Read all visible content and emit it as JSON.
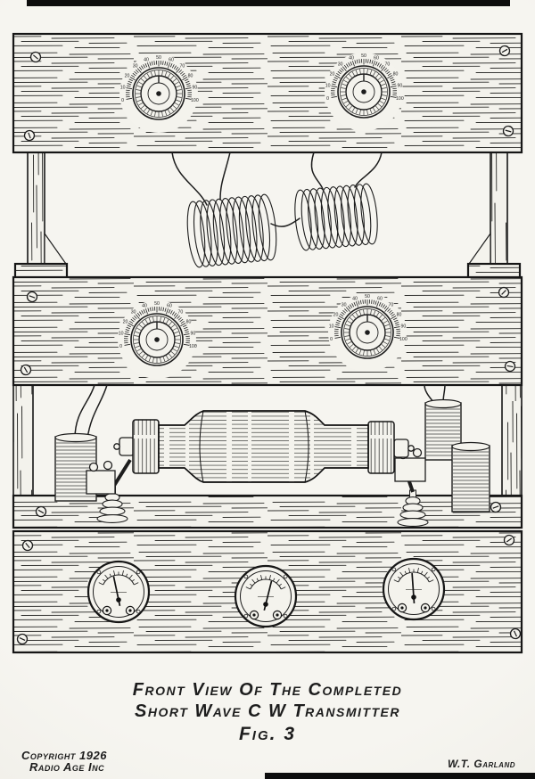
{
  "colors": {
    "ink": "#1d1d1d",
    "paper": "#f4f3ee",
    "scan_strip": "#0d0d0d"
  },
  "caption": {
    "line1": "Front View Of The Completed",
    "line2": "Short Wave C W Transmitter",
    "line3": "Fig. 3"
  },
  "footer": {
    "copyright_line1": "Copyright 1926",
    "copyright_line2": "Radio Age Inc",
    "credit": "W.T. Garland"
  },
  "dials": {
    "scale_labels": [
      "0",
      "10",
      "20",
      "30",
      "40",
      "50",
      "60",
      "70",
      "80",
      "90",
      "100"
    ]
  }
}
